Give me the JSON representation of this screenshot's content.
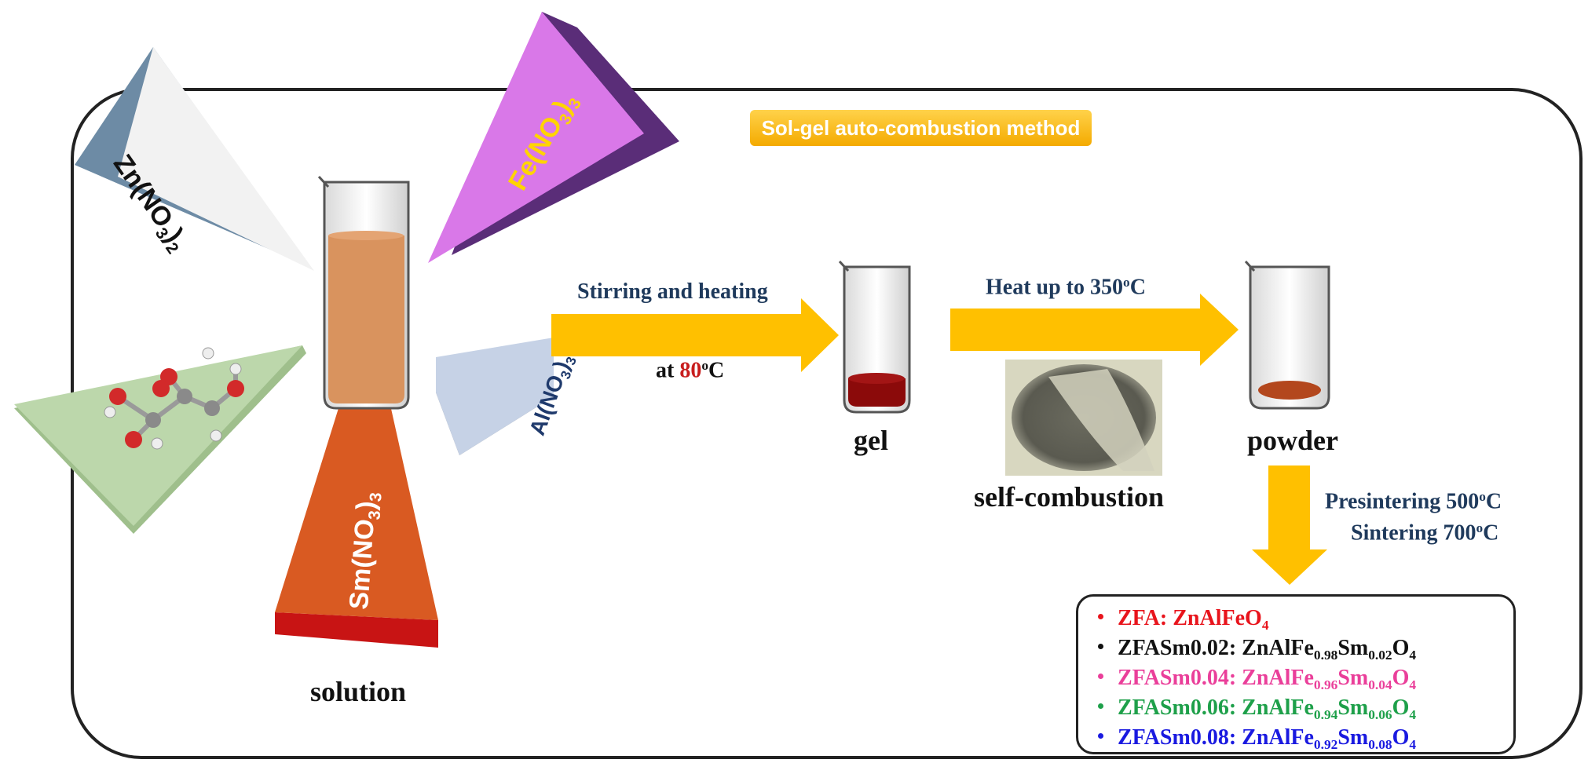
{
  "title": "Sol-gel auto-combustion method",
  "reagents": [
    {
      "formula": "Zn(NO",
      "sub1": "3",
      "close": ")",
      "sub2": "2",
      "face": "#f2f2f2",
      "side": "#6d8ba5",
      "text": "#111111"
    },
    {
      "formula": "Fe(NO",
      "sub1": "3",
      "close": ")",
      "sub2": "3",
      "face": "#d978e8",
      "side": "#5a2d78",
      "text": "#ffd400"
    },
    {
      "formula": "Al(NO",
      "sub1": "3",
      "close": ")",
      "sub2": "3",
      "face": "#c6d2e6",
      "side": "#8a8a8a",
      "text": "#1f3a6c"
    },
    {
      "formula": "Sm(NO",
      "sub1": "3",
      "close": ")",
      "sub2": "3",
      "face": "#d95a22",
      "side": "#c81414",
      "text": "#ffffff"
    }
  ],
  "citric_acid_colors": {
    "face": "#bcd7ab",
    "side": "#9fbf8c"
  },
  "steps": {
    "solution": "solution",
    "stirring": "Stirring and heating",
    "at_prefix": "at ",
    "at_value": "80",
    "at_sup": "o",
    "at_unit": "C",
    "gel": "gel",
    "heat_prefix": "Heat up to 350",
    "heat_sup": "o",
    "heat_unit": "C",
    "self_combustion": "self-combustion",
    "powder": "powder",
    "presinter_prefix": "Presintering 500",
    "presinter_sup": "o",
    "presinter_unit": "C",
    "sinter_prefix": "Sintering 700",
    "sinter_sup": "o",
    "sinter_unit": "C"
  },
  "legend": [
    {
      "color": "#e8141c",
      "name": "ZFA: ZnAlFeO",
      "o_sub": "4"
    },
    {
      "color": "#111111",
      "name": "ZFASm0.02: ZnAlFe",
      "fe_sub": "0.98",
      "sm": "Sm",
      "sm_sub": "0.02",
      "o": "O",
      "o_sub": "4"
    },
    {
      "color": "#ea3f9a",
      "name": "ZFASm0.04: ZnAlFe",
      "fe_sub": "0.96",
      "sm": "Sm",
      "sm_sub": "0.04",
      "o": "O",
      "o_sub": "4"
    },
    {
      "color": "#1ea04a",
      "name": "ZFASm0.06: ZnAlFe",
      "fe_sub": "0.94",
      "sm": "Sm",
      "sm_sub": "0.06",
      "o": "O",
      "o_sub": "4"
    },
    {
      "color": "#1a1ae0",
      "name": "ZFASm0.08: ZnAlFe",
      "fe_sub": "0.92",
      "sm": "Sm",
      "sm_sub": "0.08",
      "o": "O",
      "o_sub": "4"
    }
  ],
  "colors": {
    "arrow": "#ffc000",
    "solution_liquid": "#d9935e",
    "gel": "#8b0a0a",
    "powder": "#b3471d"
  }
}
